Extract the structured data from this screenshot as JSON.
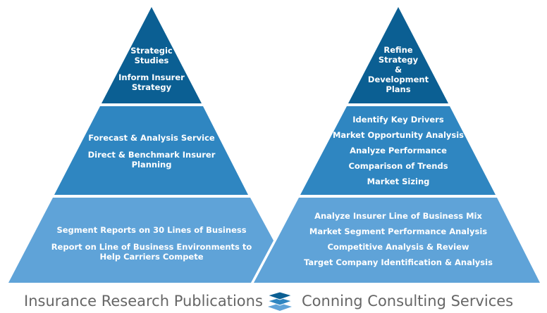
{
  "colors": {
    "top": "#0b5f93",
    "middle": "#2f86c1",
    "bottom": "#5fa3d8",
    "footer_text": "#666666"
  },
  "left_pyramid": {
    "top": [
      "Strategic\nStudies",
      "Inform Insurer\nStrategy"
    ],
    "middle": [
      "Forecast & Analysis Service",
      "Direct & Benchmark Insurer\nPlanning"
    ],
    "bottom": [
      "Segment Reports on 30 Lines of Business",
      "Report on Line of Business Environments to\nHelp Carriers Compete"
    ]
  },
  "right_pyramid": {
    "top": [
      "Refine\nStrategy\n&\nDevelopment\nPlans"
    ],
    "middle": [
      "Identify Key Drivers",
      "Market Opportunity Analysis",
      "Analyze Performance",
      "Comparison of Trends",
      "Market Sizing"
    ],
    "bottom": [
      "Analyze Insurer Line of Business Mix",
      "Market Segment Performance Analysis",
      "Competitive Analysis & Review",
      "Target Company Identification & Analysis"
    ]
  },
  "footer": {
    "left_label": "Insurance Research Publications",
    "right_label": "Conning Consulting Services",
    "divider_icon": "layers-icon"
  }
}
